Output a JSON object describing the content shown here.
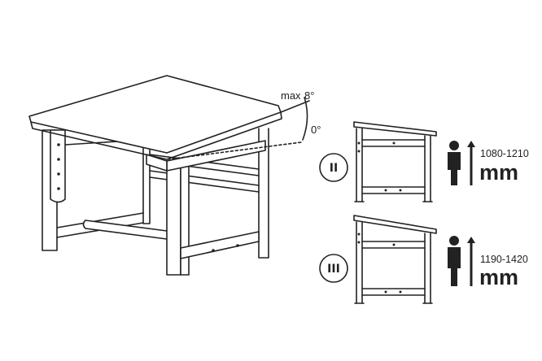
{
  "tilt": {
    "max_label": "max",
    "max_value": "8°",
    "min_value": "0°"
  },
  "settings": [
    {
      "level": "II",
      "height_range": "1080-1210",
      "unit": "mm"
    },
    {
      "level": "III",
      "height_range": "1190-1420",
      "unit": "mm"
    }
  ],
  "colors": {
    "line": "#222222",
    "background": "#ffffff"
  },
  "icons": [
    "desk-illustration",
    "desk-side-view",
    "child-figure-icon",
    "arrow-up-icon"
  ]
}
